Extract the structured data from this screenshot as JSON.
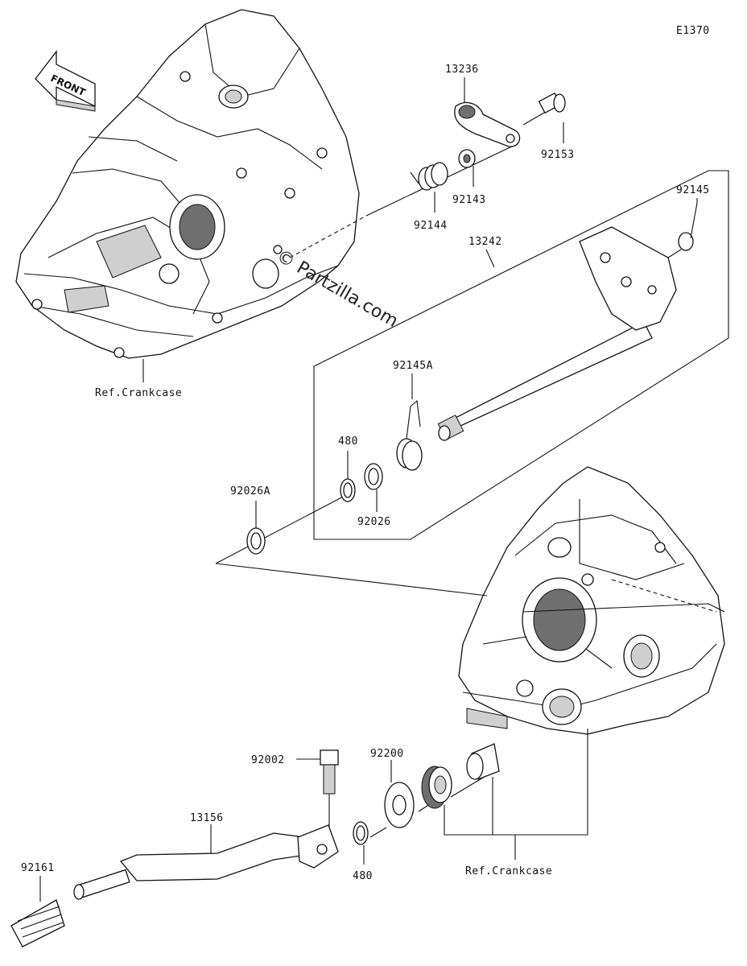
{
  "diagram_code": "E1370",
  "front_arrow_label": "FRONT",
  "watermark": "© Partzilla.com",
  "part_labels": {
    "p13236": "13236",
    "p92153": "92153",
    "p92143": "92143",
    "p92144": "92144",
    "p92145": "92145",
    "p13242": "13242",
    "p92145A": "92145A",
    "p480_top": "480",
    "p92026A": "92026A",
    "p92026": "92026",
    "p92002": "92002",
    "p92200": "92200",
    "p13156": "13156",
    "p92161": "92161",
    "p480_bottom": "480"
  },
  "ref_labels": {
    "crankcase_top": "Ref.Crankcase",
    "crankcase_bottom": "Ref.Crankcase"
  }
}
